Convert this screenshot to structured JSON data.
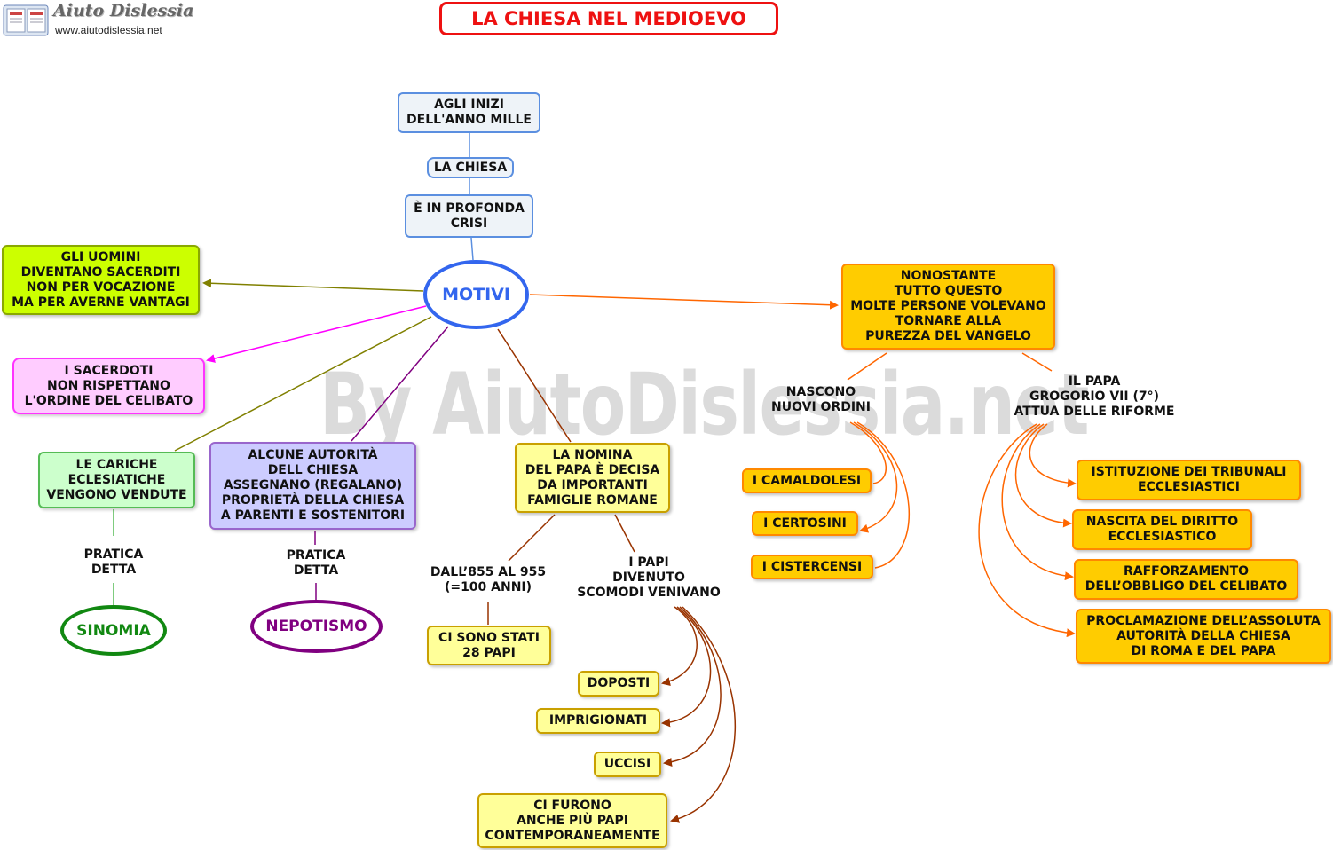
{
  "header": {
    "title": "LA CHIESA NEL MEDIOEVO",
    "logo_name": "Aiuto Dislessia",
    "logo_url": "www.aiutodislessia.net"
  },
  "watermark": "By AiutoDislessia.net",
  "colors": {
    "title_red": "#ee1111",
    "motivi_blue": "#3366ee",
    "olive_link": "#808000",
    "magenta_link": "#ff00ff",
    "purple_link": "#800080",
    "brown_link": "#993300",
    "orange_link": "#ff6600",
    "sinomia_green": "#118811",
    "nepotismo_purple": "#800080"
  },
  "nodes": {
    "inizi": "AGLI INIZI\nDELL'ANNO MILLE",
    "chiesa": "LA CHIESA",
    "crisi": "È IN PROFONDA\nCRISI",
    "motivi": "MOTIVI",
    "sacerditi": "GLI UOMINI\nDIVENTANO SACERDITI\nNON PER VOCAZIONE\nMA PER AVERNE VANTAGI",
    "celibato": "I SACERDOTI\nNON RISPETTANO\nL'ORDINE DEL CELIBATO",
    "cariche": "LE CARICHE\nECLESIATICHE\nVENGONO VENDUTE",
    "pratica1": "PRATICA\nDETTA",
    "sinomia": "SINOMIA",
    "autorita": "ALCUNE AUTORITÀ\nDELL CHIESA\nASSEGNANO (REGALANO)\nPROPRIETÀ DELLA CHIESA\nA PARENTI E SOSTENITORI",
    "pratica2": "PRATICA\nDETTA",
    "nepotismo": "NEPOTISMO",
    "nomina": "LA NOMINA\nDEL PAPA È DECISA\nDA IMPORTANTI\nFAMIGLIE ROMANE",
    "dall855": "DALL’855 AL 955\n(=100 ANNI)",
    "papi28": "CI SONO STATI\n28 PAPI",
    "scomodi": "I PAPI\nDIVENUTO\nSCOMODI VENIVANO",
    "doposti": "DOPOSTI",
    "imprigionati": "IMPRIGIONATI",
    "uccisi": "UCCISI",
    "contemporanei": "CI FURONO\nANCHE PIÙ PAPI\nCONTEMPORANEAMENTE",
    "nonostante": "NONOSTANTE\nTUTTO QUESTO\nMOLTE PERSONE VOLEVANO\nTORNARE ALLA\nPUREZZA DEL VANGELO",
    "ordini": "NASCONO\nNUOVI ORDINI",
    "camaldolesi": "I CAMALDOLESI",
    "certosini": "I CERTOSINI",
    "cistercensi": "I CISTERCENSI",
    "gregorio": "IL PAPA\nGROGORIO VII (7°)\nATTUA DELLE RIFORME",
    "tribunali": "ISTITUZIONE DEI TRIBUNALI\nECCLESIASTICI",
    "diritto": "NASCITA DEL DIRITTO\nECCLESIASTICO",
    "obbligo": "RAFFORZAMENTO\nDELL’OBBLIGO DEL CELIBATO",
    "proclamazione": "PROCLAMAZIONE DELL’ASSOLUTA\nAUTORITÀ DELLA CHIESA\nDI ROMA E DEL PAPA"
  }
}
